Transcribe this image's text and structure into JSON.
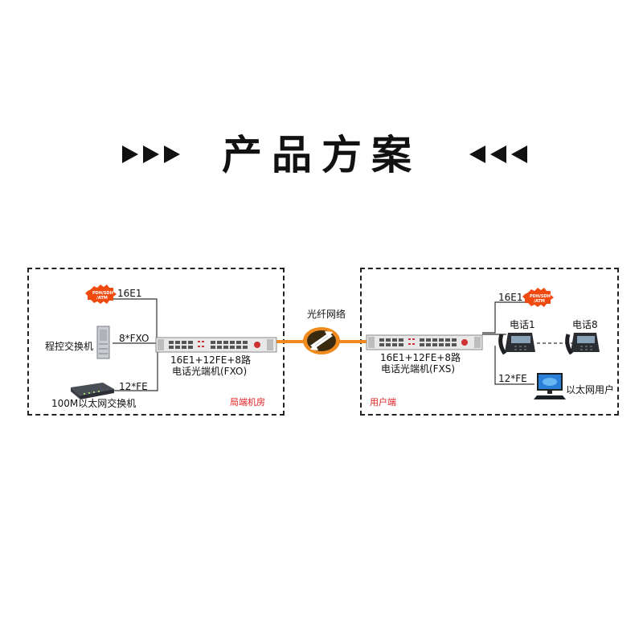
{
  "title": "产品方案",
  "left_site": {
    "e1_label": "16E1",
    "fxo_label": "8*FXO",
    "fe_label": "12*FE",
    "pbx_label": "程控交换机",
    "switch_label": "100M以太网交换机",
    "device_line1": "16E1+12FE+8路",
    "device_line2": "电话光端机(FXO)",
    "room_label": "局端机房",
    "pdh_badge": "PDH/SDH /ATM"
  },
  "fiber_label": "光纤网络",
  "right_site": {
    "e1_label": "16E1",
    "fe_label": "12*FE",
    "device_line1": "16E1+12FE+8路",
    "device_line2": "电话光端机(FXS)",
    "phone1_label": "电话1",
    "phone8_label": "电话8",
    "ethernet_user_label": "以太网用户",
    "site_label": "用户端",
    "pdh_badge": "PDH/SDH /ATM"
  },
  "colors": {
    "fiber": "#f08a1c",
    "accent_red": "#e02020",
    "badge": "#f04a10"
  }
}
